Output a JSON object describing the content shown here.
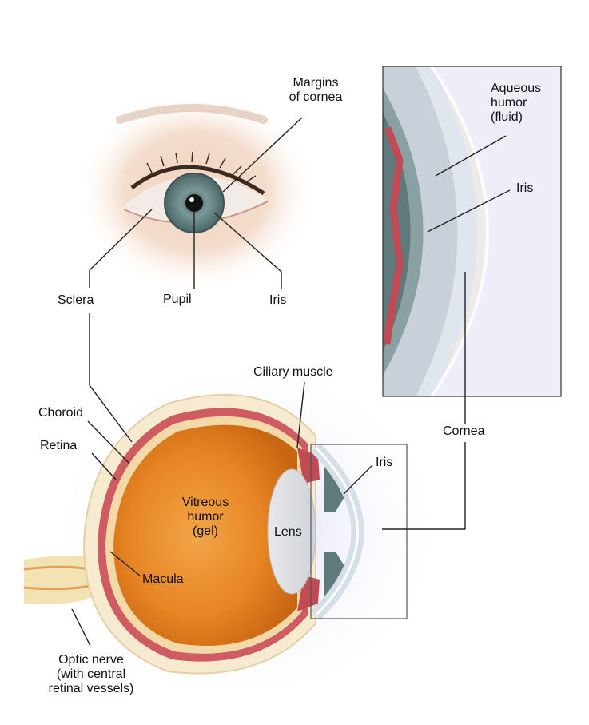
{
  "labels": {
    "margins_of_cornea": "Margins\nof cornea",
    "sclera": "Sclera",
    "pupil": "Pupil",
    "iris_front": "Iris",
    "aqueous_humor": "Aqueous\nhumor\n(fluid)",
    "iris_inset": "Iris",
    "ciliary_muscle": "Ciliary muscle",
    "choroid": "Choroid",
    "retina": "Retina",
    "cornea": "Cornea",
    "iris_section": "Iris",
    "vitreous_humor": "Vitreous\nhumor\n(gel)",
    "lens": "Lens",
    "macula": "Macula",
    "optic_nerve": "Optic nerve\n(with central\nretinal vessels)"
  },
  "colors": {
    "skin": "#f1d9c4",
    "iris": "#6f8c8e",
    "vitreous": "#e37f1c",
    "sclera_wall": "#f6ead0",
    "choroid": "#c9505a",
    "leader_line": "#222222"
  }
}
